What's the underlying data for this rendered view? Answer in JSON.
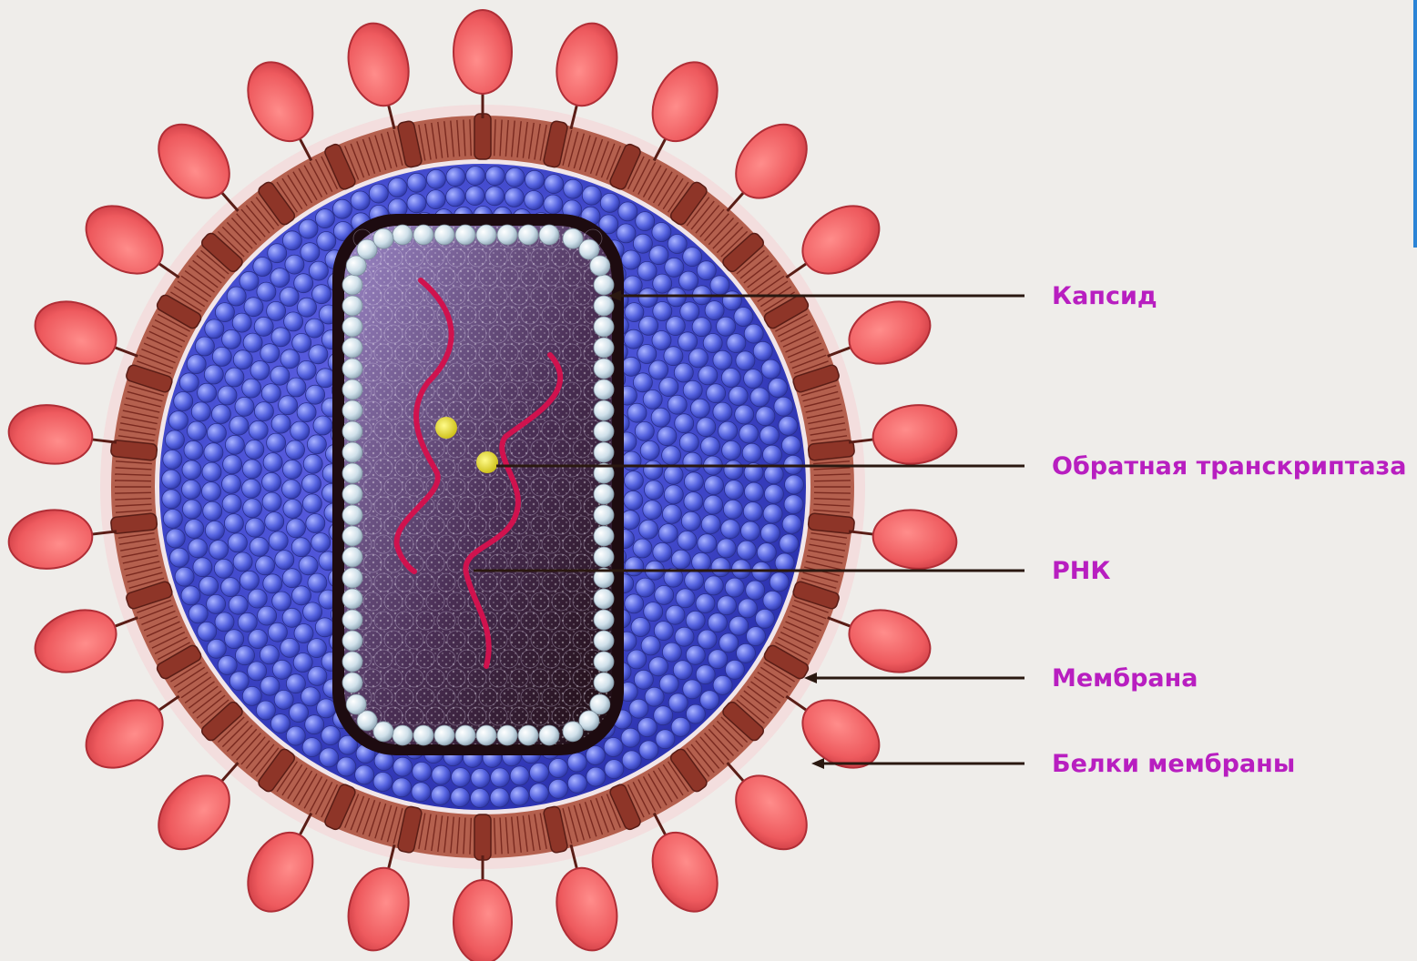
{
  "labels": {
    "capsid": "Капсид",
    "reverse_transcriptase": "Обратная транскриптаза",
    "rna": "РНК",
    "membrane": "Мембрана",
    "membrane_proteins": "Белки мембраны"
  },
  "colors": {
    "background": "#efedea",
    "label_text": "#b81ec0",
    "membrane_protein": "#ee5a5e",
    "membrane": "#8e3528",
    "matrix": "#4c56d8",
    "capsid_outline": "#2a1214",
    "capsid_ball": "#cfe0ea",
    "rna": "#d0124e",
    "enzyme": "#e6df1c"
  }
}
